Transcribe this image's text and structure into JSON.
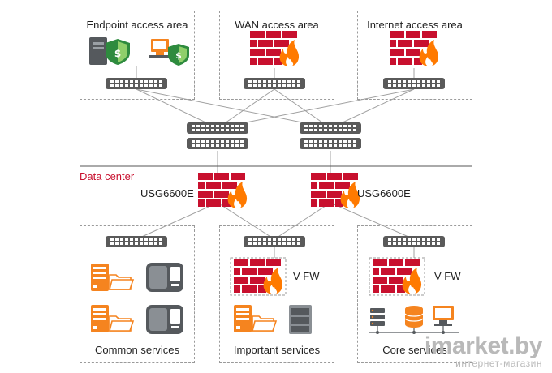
{
  "areas": {
    "endpoint": "Endpoint access area",
    "wan": "WAN access area",
    "internet": "Internet access area",
    "common": "Common services",
    "important": "Important services",
    "core": "Core services"
  },
  "data_center": {
    "label": "Data center"
  },
  "firewalls": {
    "left": "USG6600E",
    "right": "USG6600E"
  },
  "vfw": {
    "important": "V-FW",
    "core": "V-FW"
  },
  "watermark": {
    "brand": "imarket.by",
    "tagline": "интернет-магазин"
  },
  "colors": {
    "firewall": "#c8102e",
    "flame": "#ff7a00",
    "orange": "#f5841f",
    "switch": "#5a5a5a",
    "divider": "#555555"
  }
}
